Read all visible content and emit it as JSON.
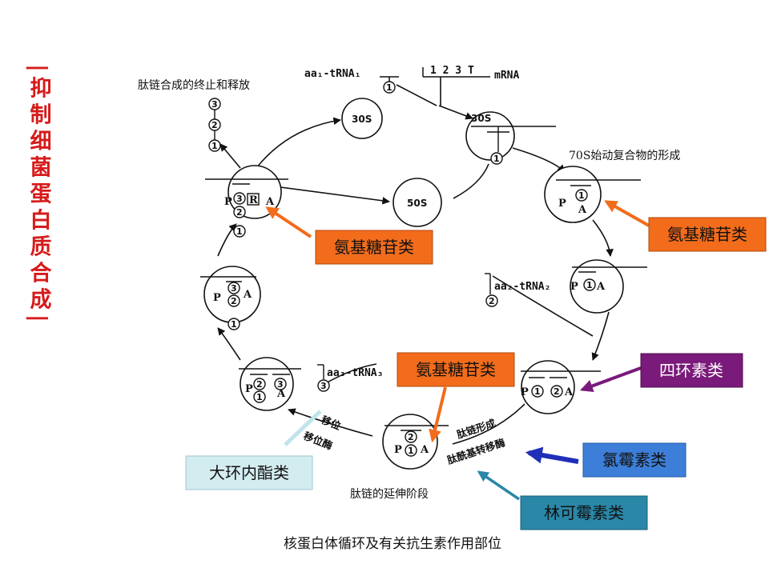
{
  "side_title": {
    "text": "|抑制细菌蛋白质合成|",
    "color": "#d71a1a"
  },
  "diagram": {
    "caption": "核蛋白体循环及有关抗生素作用部位",
    "labels": {
      "termination": "肽链合成的终止和释放",
      "initiation": "70S始动复合物的形成",
      "elongation": "肽链的延伸阶段",
      "aa1_trna": "aa₁-tRNA₁",
      "aa2_trna": "aa₂-tRNA₂",
      "aa3_trna": "aa₃-tRNA₃",
      "mrna": "mRNA",
      "mrna_codons": "1 2 3 T",
      "peptide_formation": "肽链形成",
      "peptidyl_transferase": "肽酰基转移酶",
      "translocation": "移位",
      "translocase": "移位酶",
      "subunit_30s": "30S",
      "subunit_50s": "50S",
      "site_p": "P",
      "site_a": "A",
      "site_r": "R",
      "n1": "1",
      "n2": "2",
      "n3": "3"
    },
    "drug_boxes": [
      {
        "text": "氨基糖苷类",
        "bg": "#f26c1b",
        "fg": "#111111"
      },
      {
        "text": "氨基糖苷类",
        "bg": "#f26c1b",
        "fg": "#111111"
      },
      {
        "text": "氨基糖苷类",
        "bg": "#f26c1b",
        "fg": "#111111"
      },
      {
        "text": "四环素类",
        "bg": "#7a1a7a",
        "fg": "#ffffff"
      },
      {
        "text": "氯霉素类",
        "bg": "#3d7fd8",
        "fg": "#111111"
      },
      {
        "text": "林可霉素类",
        "bg": "#2a87a8",
        "fg": "#111111"
      },
      {
        "text": "大环内酯类",
        "bg": "#d3ecf0",
        "fg": "#111111"
      }
    ],
    "arrow_colors": {
      "aminoglycoside": "#f26c1b",
      "tetracycline": "#7a1a7a",
      "chloramphenicol": "#1f2fb8",
      "lincomycin": "#2a87a8",
      "macrolide": "#bfe4ea"
    }
  }
}
